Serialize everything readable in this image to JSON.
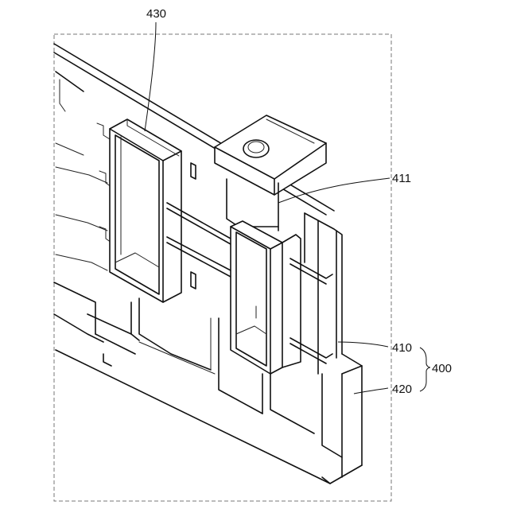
{
  "figure": {
    "labels": {
      "ref_430": "430",
      "ref_411": "411",
      "ref_410": "410",
      "ref_420": "420",
      "ref_400": "400"
    }
  }
}
